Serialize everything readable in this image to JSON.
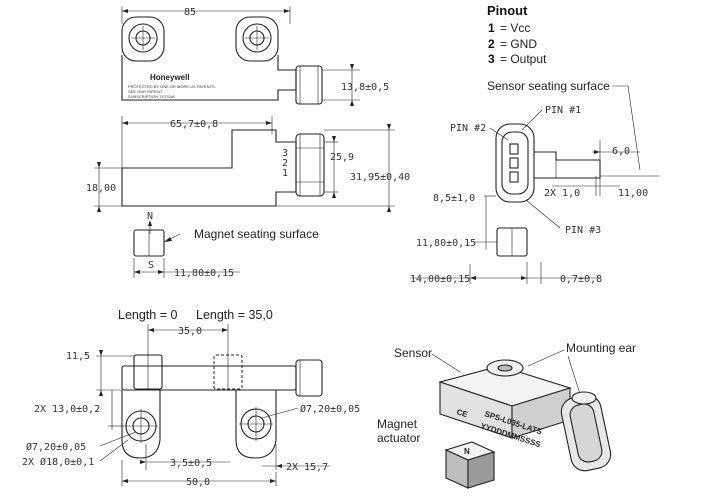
{
  "top_view": {
    "overall_length": "85",
    "connector_height": "13,8±0,5",
    "logo": "Honeywell",
    "patent_line1": "PROTECTED BY ONE OR MORE US PATENTS.",
    "patent_line2": "SEE OUR PATENT",
    "patent_line3": "SUBSCRIPTION TXTSAA"
  },
  "side_view": {
    "body_length": "65,7±0,8",
    "body_height": "18,00",
    "connector_width": "25,9",
    "overall_height": "31,95±0,40",
    "pin1_label": "1",
    "pin2_label": "2",
    "pin3_label": "3"
  },
  "magnet_view": {
    "north": "N",
    "south": "S",
    "size": "11,80±0,15"
  },
  "pinout": {
    "title": "Pinout",
    "pins": [
      {
        "num": "1",
        "text": "= Vcc"
      },
      {
        "num": "2",
        "text": "= GND"
      },
      {
        "num": "3",
        "text": "= Output"
      }
    ]
  },
  "end_view": {
    "pin1_label": "PIN #1",
    "pin2_label": "PIN #2",
    "pin3_label": "PIN #3",
    "dim_6": "6,0",
    "dim_1": "2X 1,0",
    "dim_11": "11,00",
    "dim_8_5": "8,5±1,0",
    "dim_11_8": "11,80±0,15",
    "dim_14": "14,00±0,15",
    "dim_0_7": "0,7±0,8"
  },
  "bottom_view": {
    "dim_35": "35,0",
    "dim_11_5": "11,5",
    "dim_13": "2X 13,0±0,2",
    "dia_7_2_left": "Ø7,20±0,05",
    "dia_18": "2X Ø18,0±0,1",
    "dia_7_2_right": "Ø7,20±0,05",
    "dim_3_5": "3,5±0,5",
    "dim_15_7": "2X 15,7",
    "dim_50": "50,0"
  },
  "isometric": {
    "ce_mark": "CE",
    "part_number": "SPS-L035-LATS",
    "date_code": "YYDDDMMSSSS",
    "magnet_pole": "N"
  },
  "labels": {
    "magnet_seating_surface": "Magnet seating surface",
    "sensor_seating_surface": "Sensor seating surface",
    "length_zero": "Length = 0",
    "length_35": "Length = 35,0",
    "sensor": "Sensor",
    "mounting_ear": "Mounting ear",
    "magnet": "Magnet",
    "actuator": "actuator"
  }
}
